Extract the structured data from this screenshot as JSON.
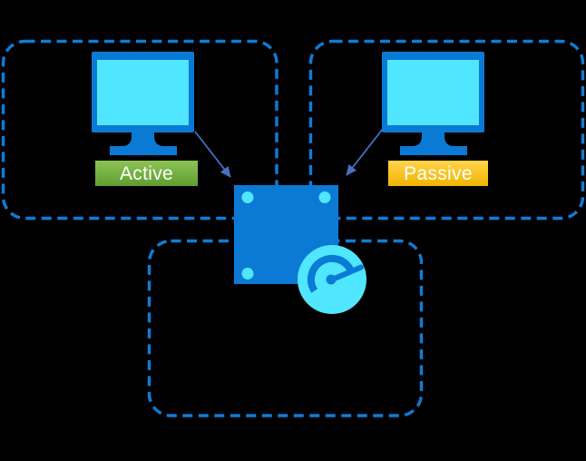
{
  "labels": {
    "active": "Active",
    "passive": "Passive"
  },
  "icons": {
    "active_machine": "desktop-monitor-icon",
    "passive_machine": "desktop-monitor-icon",
    "center_node": "chip-square-icon",
    "center_badge": "speed-gauge-icon",
    "connectors": "arrow-connector"
  },
  "colors": {
    "background": "#000000",
    "azure_blue": "#0b7ad5",
    "dashed_border": "#0f7cd6",
    "screen_cyan": "#50e6ff",
    "arrow_blue": "#4472c4",
    "active_green_light": "#8dc355",
    "active_green_dark": "#5f9e31",
    "passive_gold_light": "#ffd44d",
    "passive_gold_dark": "#f1b500",
    "label_text": "#ffffff"
  }
}
